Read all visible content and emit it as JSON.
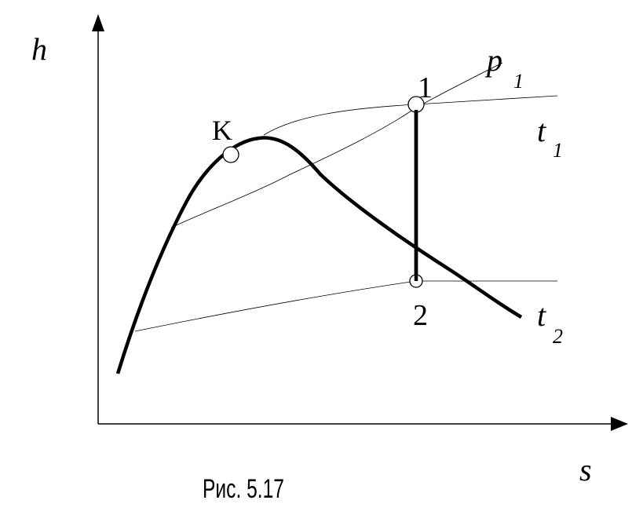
{
  "axes": {
    "y_label": "h",
    "x_label": "s"
  },
  "points": {
    "critical": "K",
    "state_1": "1",
    "state_2": "2"
  },
  "isobar": {
    "symbol": "p",
    "index": "1"
  },
  "isotherm_1": {
    "symbol": "t",
    "index": "1"
  },
  "isotherm_2": {
    "symbol": "t",
    "index": "2"
  },
  "caption": "Рис. 5.17",
  "colors": {
    "ink": "#000000",
    "background": "#ffffff"
  }
}
